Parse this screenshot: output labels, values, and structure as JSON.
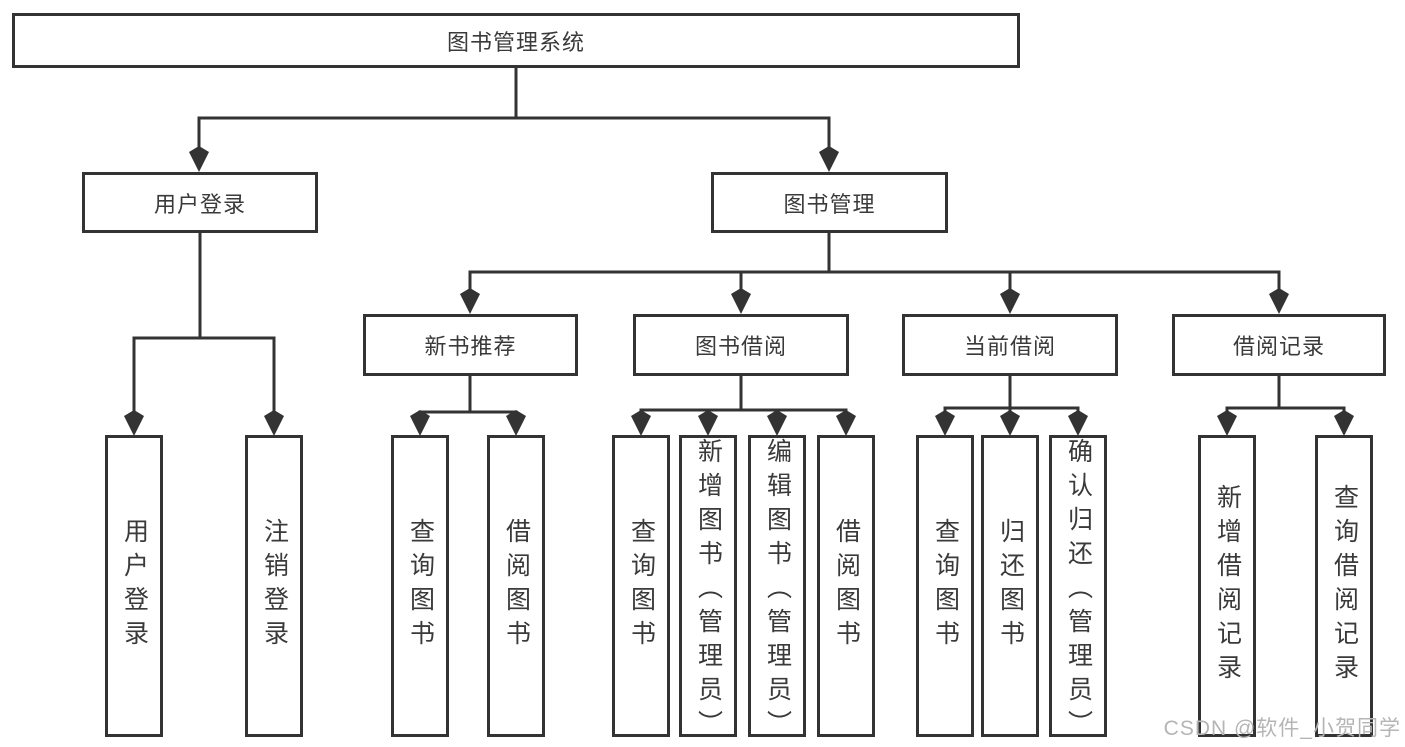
{
  "diagram": {
    "root": {
      "label": "图书管理系统"
    },
    "level2": [
      {
        "label": "用户登录"
      },
      {
        "label": "图书管理"
      }
    ],
    "level3": [
      {
        "label": "新书推荐"
      },
      {
        "label": "图书借阅"
      },
      {
        "label": "当前借阅"
      },
      {
        "label": "借阅记录"
      }
    ],
    "leaves": {
      "user": [
        "用户登录",
        "注销登录"
      ],
      "newbook": [
        "查询图书",
        "借阅图书"
      ],
      "borrow": [
        "查询图书",
        "新增图书（管理员）",
        "编辑图书（管理员）",
        "借阅图书"
      ],
      "current": [
        "查询图书",
        "归还图书",
        "确认归还（管理员）"
      ],
      "record": [
        "新增借阅记录",
        "查询借阅记录"
      ]
    }
  },
  "colors": {
    "line": "#333333",
    "text": "#3a3a3a",
    "watermark": "#b5b5b5"
  },
  "watermark": "CSDN @软件_小贺同学"
}
